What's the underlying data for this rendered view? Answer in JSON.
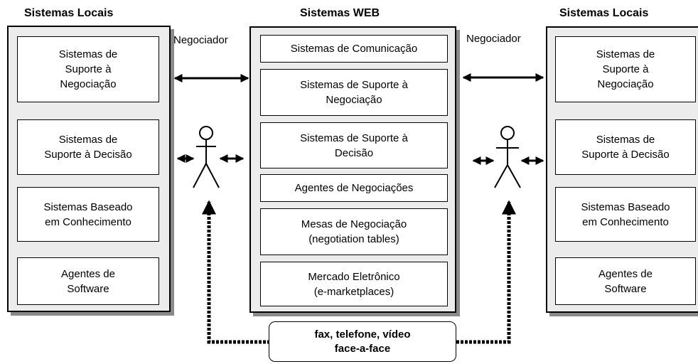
{
  "left": {
    "title": "Sistemas Locais",
    "boxes": [
      "Sistemas de\nSuporte à\nNegociação",
      "Sistemas de\nSuporte à Decisão",
      "Sistemas Baseado\nem Conhecimento",
      "Agentes de\nSoftware"
    ]
  },
  "center": {
    "title": "Sistemas WEB",
    "boxes": [
      "Sistemas de Comunicação",
      "Sistemas de Suporte à\nNegociação",
      "Sistemas de Suporte à\nDecisão",
      "Agentes de Negociações",
      "Mesas de Negociação\n(negotiation tables)",
      "Mercado Eletrônico\n(e-marketplaces)"
    ]
  },
  "right": {
    "title": "Sistemas Locais",
    "boxes": [
      "Sistemas de\nSuporte à\nNegociação",
      "Sistemas de\nSuporte à Decisão",
      "Sistemas Baseado\nem Conhecimento",
      "Agentes de\nSoftware"
    ]
  },
  "connectors": {
    "left_label": "Negociador",
    "right_label": "Negociador"
  },
  "channel": {
    "text": "fax, telefone, vídeo\nface-a-face"
  }
}
